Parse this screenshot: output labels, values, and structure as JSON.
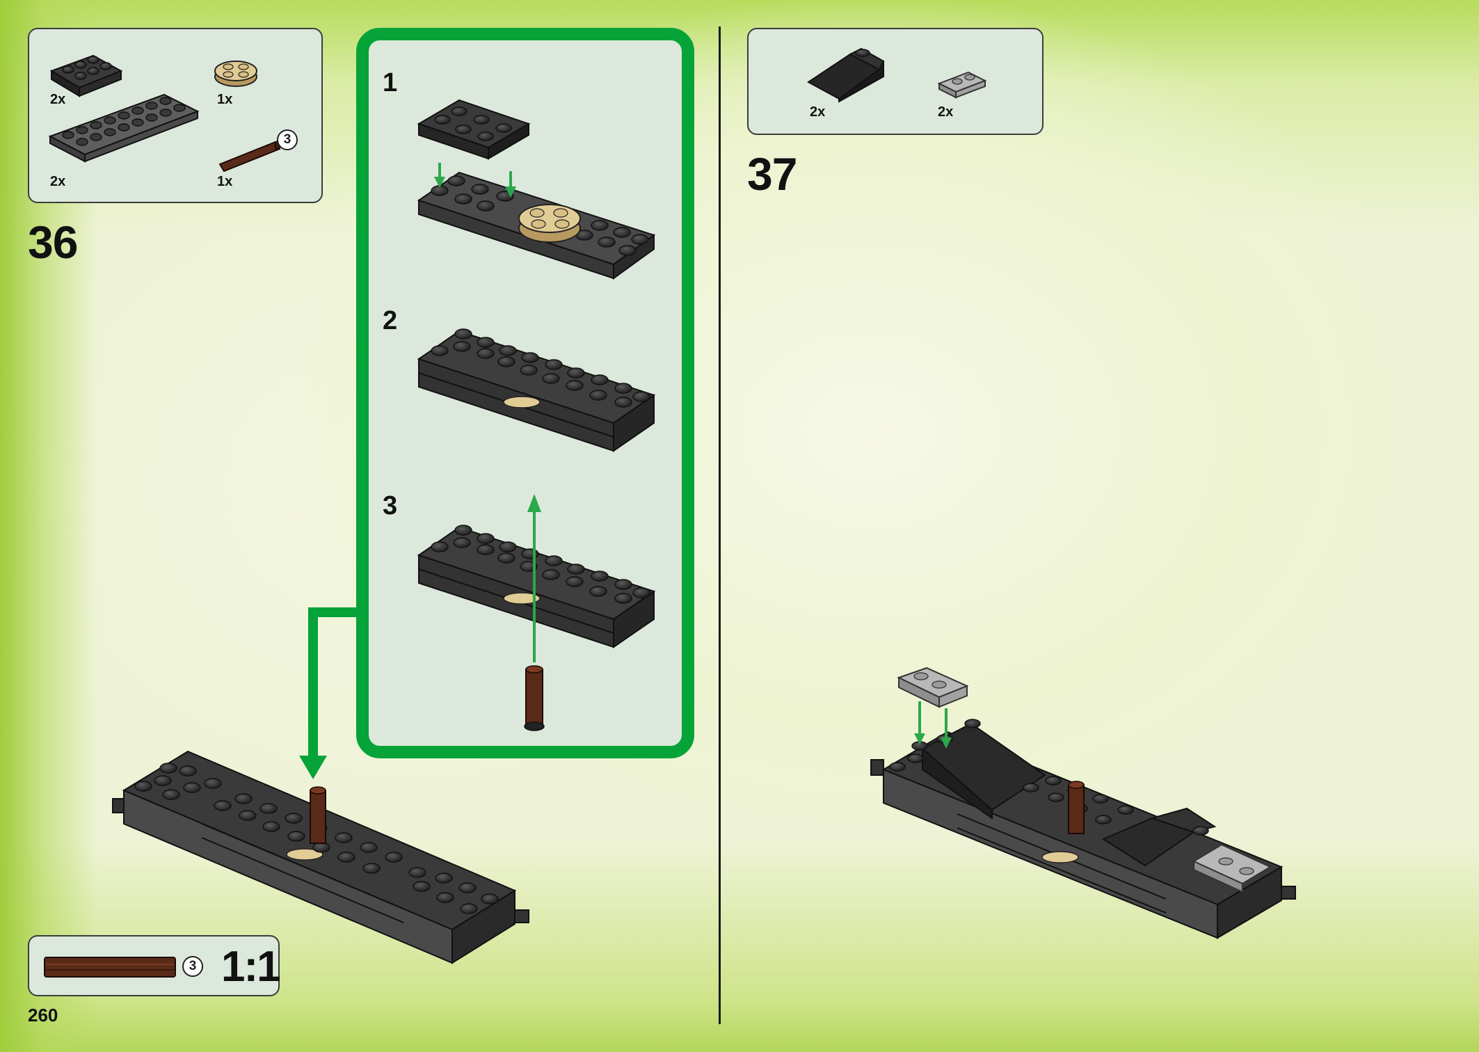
{
  "step36": {
    "number": "36",
    "parts": [
      {
        "qty": "2x",
        "icon": "dark-gray-plate-2x3"
      },
      {
        "qty": "1x",
        "icon": "tan-round-plate-2x2"
      },
      {
        "qty": "2x",
        "icon": "dark-gray-plate-2x8"
      },
      {
        "qty": "1x",
        "icon": "brown-axle",
        "length_badge": "3"
      }
    ],
    "substeps": [
      "1",
      "2",
      "3"
    ]
  },
  "step37": {
    "number": "37",
    "parts": [
      {
        "qty": "2x",
        "icon": "black-slope-brick"
      },
      {
        "qty": "2x",
        "icon": "light-gray-plate-1x2"
      }
    ]
  },
  "scale": {
    "length_badge": "3",
    "ratio": "1:1"
  },
  "page_number": "260",
  "colors": {
    "callout_border": "#06a338",
    "panel_bg": "#dde8dc",
    "arrow_green": "#2aa84a",
    "axle_brown": "#5a2a18",
    "dark_gray": "#333333"
  }
}
